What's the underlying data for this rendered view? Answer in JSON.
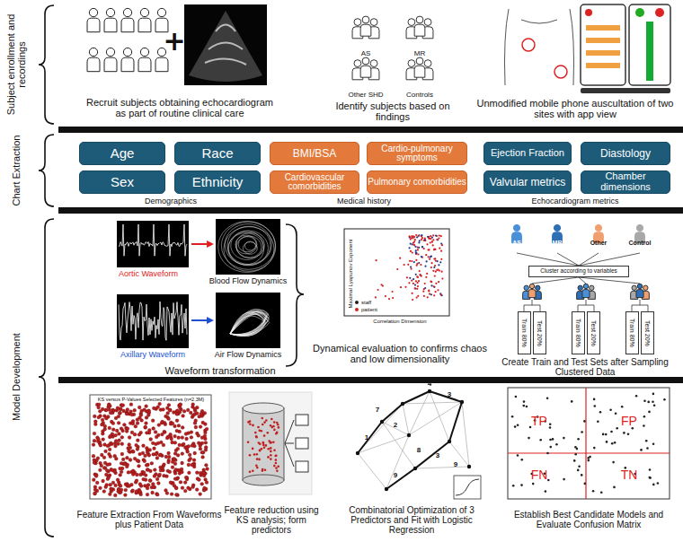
{
  "diagram": {
    "nodes": [
      {
        "text": [
          "Age"
        ]
      },
      {
        "text": [
          "Race"
        ]
      },
      {
        "text": [
          "BMI/BSA"
        ]
      },
      {
        "text": [
          "Cardio-pulmonary symptoms"
        ]
      },
      {
        "text": [
          "Ejection Fraction"
        ]
      },
      {
        "text": [
          "Diastology"
        ]
      },
      {
        "text": [
          "Sex"
        ]
      },
      {
        "text": [
          "Ethnicity"
        ]
      },
      {
        "text": [
          "Cardiovascular comorbidities"
        ]
      },
      {
        "text": [
          "Pulmonary comorbidities"
        ]
      },
      {
        "text": [
          "Valvular metrics"
        ]
      },
      {
        "text": [
          "Chamber dimensions"
        ]
      },
      {
        "text": [
          "Cluster according to variables"
        ]
      },
      {
        "text": [
          "Train 80%"
        ]
      },
      {
        "text": [
          "Test 20%"
        ]
      },
      {
        "text": [
          "Train 80%"
        ]
      },
      {
        "text": [
          "Test 20%"
        ]
      },
      {
        "text": [
          "Train 80%"
        ]
      },
      {
        "text": [
          "Test 20%"
        ]
      }
    ],
    "labels": [
      "Subject enrollment and recordings",
      "Chart Extraction",
      "Model Development",
      "Recruit subjects obtaining echocardiogram as part of routine clinical care",
      "AS",
      "MR",
      "Other SHD",
      "Controls",
      "Identify subjects based on findings",
      "Unmodified mobile phone auscultation of two sites with app view",
      "Demographics",
      "Medical history",
      "Echocardiogram metrics",
      "Aortic Waveform",
      "Blood Flow Dynamics",
      "Axillary Waveform",
      "Air Flow Dynamics",
      "Waveform transformation",
      "Maximal Lyapunov Exponent",
      "Correlation Dimension",
      "Dynamical evaluation to confirms chaos and low dimensionality",
      "AS",
      "MR",
      "Other",
      "Control",
      "Create Train and Test Sets after Sampling Clustered Data",
      "KS versus P-Values Selected Features (n=2.3M)",
      "Feature Extraction From Waveforms plus Patient Data",
      "Feature reduction using KS analysis; form predictors",
      "Combinatorial Optimization of 3 Predictors and Fit with Logistic Regression",
      "TP",
      "FP",
      "FN",
      "TN",
      "Establish Best Candidate Models and Evaluate Confusion Matrix",
      "4",
      "3",
      "7",
      "2",
      "1",
      "8",
      "3",
      "9",
      "9"
    ],
    "legend": [
      {
        "text": "staff",
        "color": "#222222"
      },
      {
        "text": "patient",
        "color": "#d62020"
      }
    ]
  }
}
